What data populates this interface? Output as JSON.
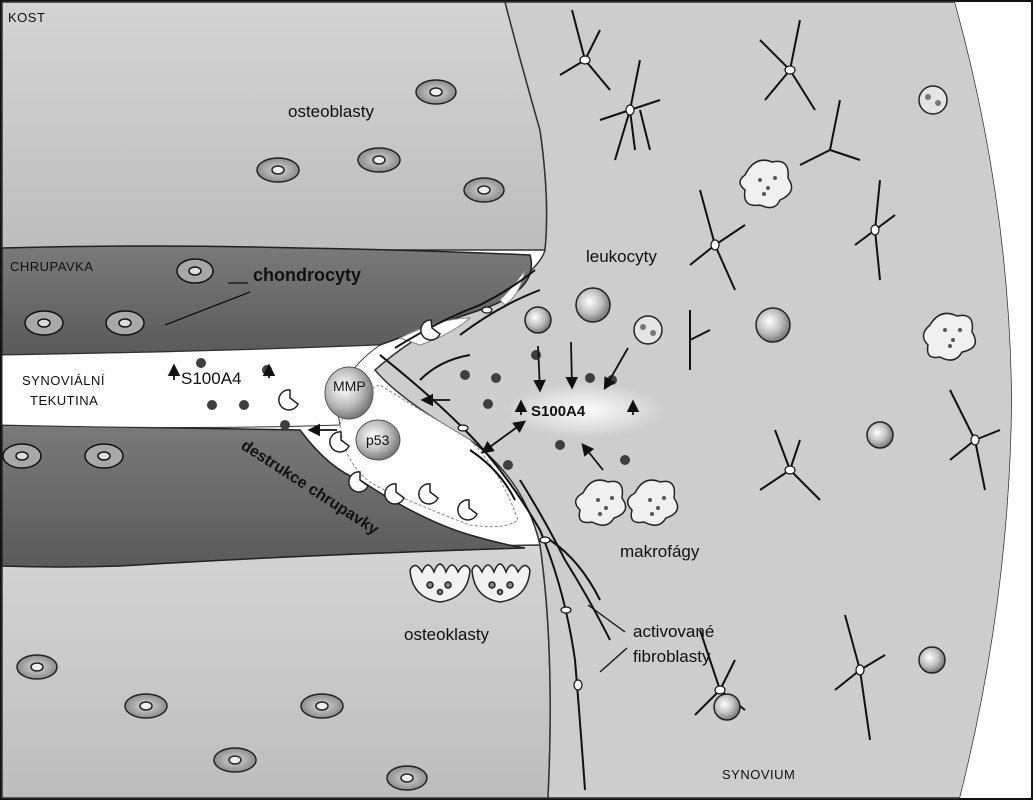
{
  "labels": {
    "kost": "KOST",
    "osteoblasty": "osteoblasty",
    "chrupavka": "CHRUPAVKA",
    "chondrocyty": "chondrocyty",
    "synovialni": "SYNOVIÁLNÍ",
    "tekutina": "TEKUTINA",
    "s100a4_left": "S100A4",
    "mmp": "MMP",
    "p53": "p53",
    "destrukce": "destrukce chrupavky",
    "leukocyty": "leukocyty",
    "s100a4_center": "S100A4",
    "makrofagy": "makrofágy",
    "osteoklasty": "osteoklasty",
    "activovane": "activované",
    "fibroblasty": "fibroblasty",
    "synovium": "SYNOVIUM"
  },
  "colors": {
    "bone": "#d9d9d9",
    "cartilage": "#6e6e6e",
    "synovium": "#cfcfcf",
    "fluid": "#ffffff",
    "outline": "#1a1a1a"
  }
}
